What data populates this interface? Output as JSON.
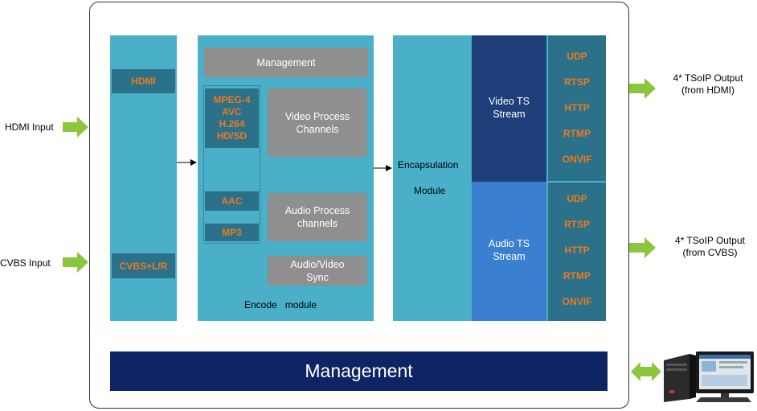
{
  "inputs": {
    "hdmi_input": "HDMI Input",
    "cvbs_input": "CVBS Input"
  },
  "interface": {
    "hdmi": "HDMI",
    "cvbs": "CVBS+L/R"
  },
  "encode": {
    "management": "Management",
    "video_codecs": "MPEG-4\nAVC\nH.264\nHD/SD",
    "video_process": "Video Process\nChannels",
    "aac": "AAC",
    "mp3": "MP3",
    "audio_process": "Audio Process\nchannels",
    "av_sync": "Audio/Video\nSync",
    "module_label": "Encode   module"
  },
  "encapsulation": {
    "title": "Encapsulation",
    "subtitle": "Module",
    "video_ts": "Video TS\nStream",
    "audio_ts": "Audio TS\nStream",
    "video_protocols": [
      "UDP",
      "RTSP",
      "HTTP",
      "RTMP",
      "ONVIF"
    ],
    "audio_protocols": [
      "UDP",
      "RTSP",
      "HTTP",
      "RTMP",
      "ONVIF"
    ]
  },
  "outputs": {
    "hdmi_output": "4* TSoIP Output\n(from HDMI)",
    "cvbs_output": "4* TSoIP Output\n(from CVBS)"
  },
  "management_bar": "Management",
  "colors": {
    "panel": "#4aafc9",
    "dark_teal": "#2a7189",
    "orange_text": "#f0781e",
    "video_ts_bg": "#1e3f7a",
    "audio_ts_bg": "#3a7fd0",
    "management_bar": "#0e2465",
    "arrow_green": "#8cc63f"
  }
}
